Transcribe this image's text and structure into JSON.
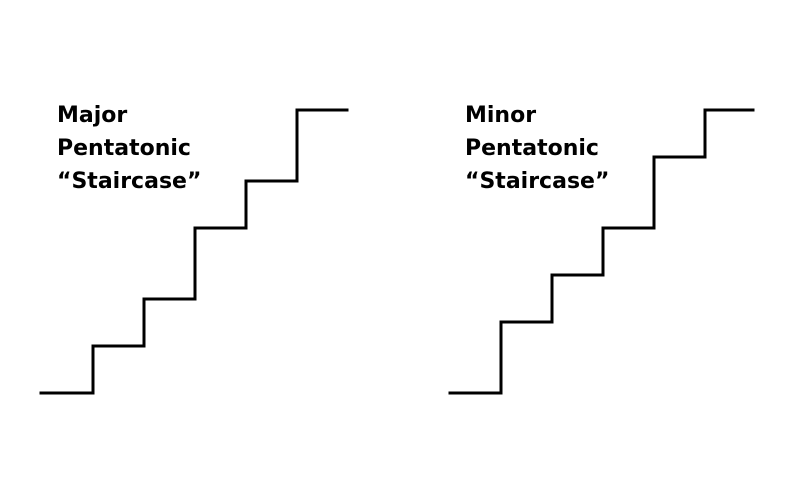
{
  "diagrams": [
    {
      "id": "major",
      "title_lines": [
        "Major",
        "Pentatonic",
        "“Staircase”"
      ],
      "step_pattern": [
        1,
        1,
        1.5,
        1,
        1.5
      ],
      "stroke_color": "#000000"
    },
    {
      "id": "minor",
      "title_lines": [
        "Minor",
        "Pentatonic",
        "“Staircase”"
      ],
      "step_pattern": [
        1.5,
        1,
        1,
        1.5,
        1
      ],
      "stroke_color": "#000000"
    }
  ],
  "colors": {
    "background": "#ffffff",
    "text": "#000000"
  }
}
